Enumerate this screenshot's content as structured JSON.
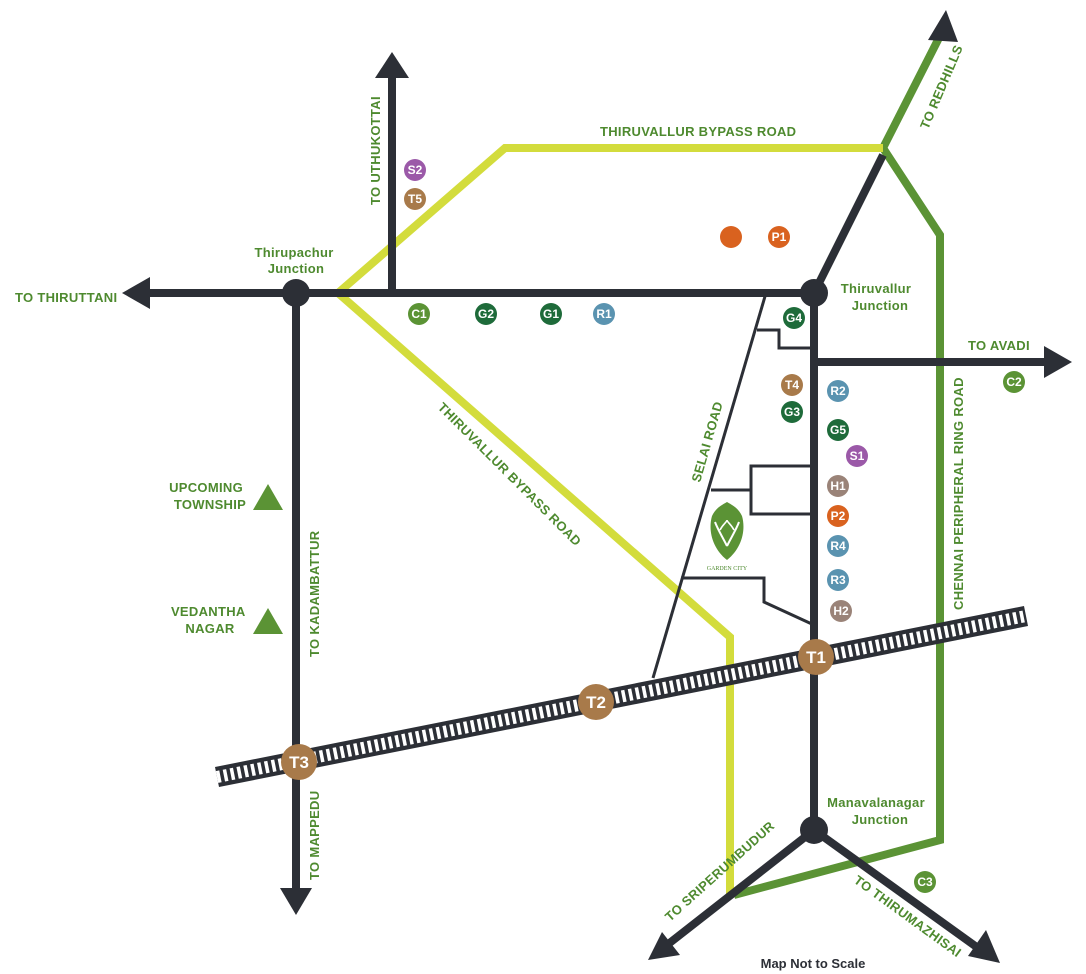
{
  "colors": {
    "road": "#2c2f36",
    "bypass": "#d3dc3c",
    "ring": "#5b9335",
    "label_green": "#4e8a2f"
  },
  "destinations": {
    "redhills": "TO REDHILLS",
    "uthukottai": "TO UTHUKOTTAI",
    "thiruttani": "TO THIRUTTANI",
    "avadi": "TO AVADI",
    "kadambattur": "TO KADAMBATTUR",
    "mappedu": "TO MAPPEDU",
    "sriperumbudur": "TO SRIPERUMBUDUR",
    "thirumazhisai": "TO THIRUMAZHISAI"
  },
  "roads": {
    "bypass_top": "THIRUVALLUR BYPASS ROAD",
    "bypass_diagonal": "THIRUVALLUR BYPASS ROAD",
    "selai": "SELAI ROAD",
    "ring": "CHENNAI PERIPHERAL RING ROAD"
  },
  "junctions": {
    "thirupachur": [
      "Thirupachur",
      "Junction"
    ],
    "thiruvallur": [
      "Thiruvallur",
      "Junction"
    ],
    "manavalanagar": [
      "Manavalanagar",
      "Junction"
    ]
  },
  "landmarks": {
    "township": [
      "UPCOMING",
      "TOWNSHIP"
    ],
    "vedantha": [
      "VEDANTHA",
      "NAGAR"
    ]
  },
  "project_logo": {
    "icon": "leaf-logo-icon",
    "text": "GARDEN CITY"
  },
  "markers": [
    {
      "label": "S2",
      "color": "#9b59a8"
    },
    {
      "label": "T5",
      "color": "#a87a4a"
    },
    {
      "label": "",
      "color": "#d9621f"
    },
    {
      "label": "P1",
      "color": "#d9621f"
    },
    {
      "label": "C1",
      "color": "#5b9335"
    },
    {
      "label": "G2",
      "color": "#1e6b3a"
    },
    {
      "label": "G1",
      "color": "#1e6b3a"
    },
    {
      "label": "R1",
      "color": "#5a93b0"
    },
    {
      "label": "G4",
      "color": "#1e6b3a"
    },
    {
      "label": "C2",
      "color": "#5b9335"
    },
    {
      "label": "T4",
      "color": "#a87a4a"
    },
    {
      "label": "R2",
      "color": "#5a93b0"
    },
    {
      "label": "G3",
      "color": "#1e6b3a"
    },
    {
      "label": "G5",
      "color": "#1e6b3a"
    },
    {
      "label": "S1",
      "color": "#9b59a8"
    },
    {
      "label": "H1",
      "color": "#9a8378"
    },
    {
      "label": "P2",
      "color": "#d9621f"
    },
    {
      "label": "R4",
      "color": "#5a93b0"
    },
    {
      "label": "R3",
      "color": "#5a93b0"
    },
    {
      "label": "H2",
      "color": "#9a8378"
    },
    {
      "label": "C3",
      "color": "#5b9335"
    }
  ],
  "stations": [
    {
      "label": "T1",
      "color": "#a87a4a"
    },
    {
      "label": "T2",
      "color": "#a87a4a"
    },
    {
      "label": "T3",
      "color": "#a87a4a"
    }
  ],
  "footer": {
    "scale_note": "Map Not to Scale"
  }
}
